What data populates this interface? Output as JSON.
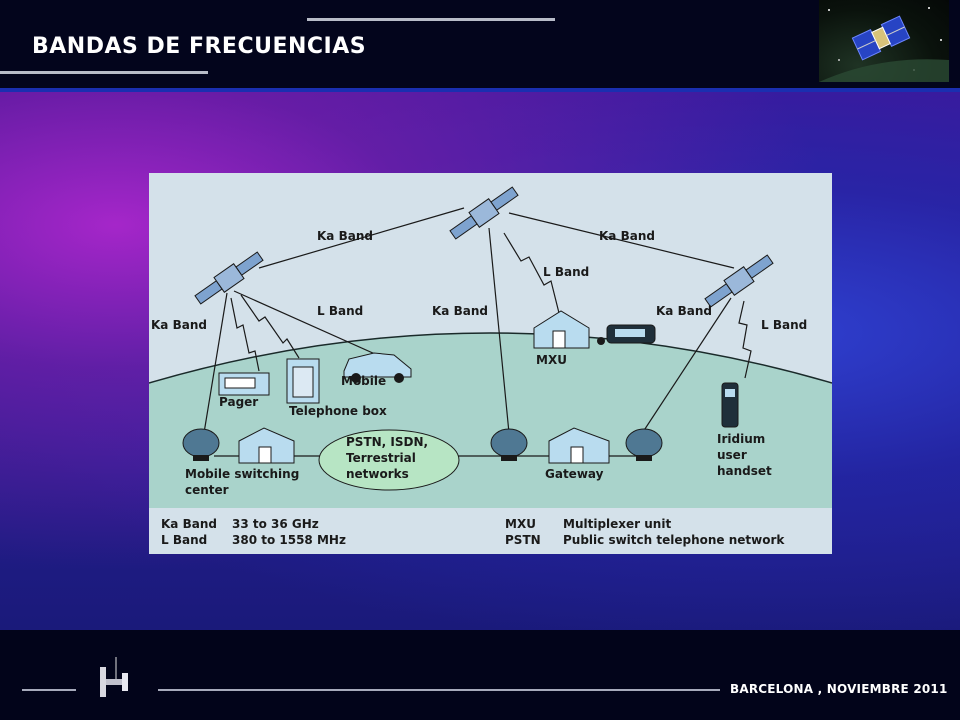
{
  "header": {
    "title": "BANDAS DE FRECUENCIAS"
  },
  "footer": {
    "location_date": "BARCELONA , NOVIEMBRE 2011"
  },
  "diagram": {
    "links": {
      "ka_top_left": "Ka Band",
      "ka_top_right": "Ka Band",
      "l_center": "L Band",
      "l_left": "L Band",
      "ka_left": "Ka Band",
      "ka_center": "Ka Band",
      "ka_right": "Ka Band",
      "l_right": "L Band"
    },
    "nodes": {
      "pager": "Pager",
      "telephone_box": "Telephone box",
      "mobile": "Mobile",
      "mxu": "MXU",
      "iridium_line1": "Iridium",
      "iridium_line2": "user",
      "iridium_line3": "handset",
      "msc_line1": "Mobile switching",
      "msc_line2": "center",
      "pstn_line1": "PSTN, ISDN,",
      "pstn_line2": "Terrestrial",
      "pstn_line3": "networks",
      "gateway": "Gateway"
    },
    "legend": {
      "ka_key": "Ka Band",
      "ka_value": "33 to 36 GHz",
      "l_key": "L Band",
      "l_value": "380 to 1558 MHz",
      "mxu_key": "MXU",
      "mxu_value": "Multiplexer unit",
      "pstn_key": "PSTN",
      "pstn_value": "Public switch telephone network"
    }
  }
}
